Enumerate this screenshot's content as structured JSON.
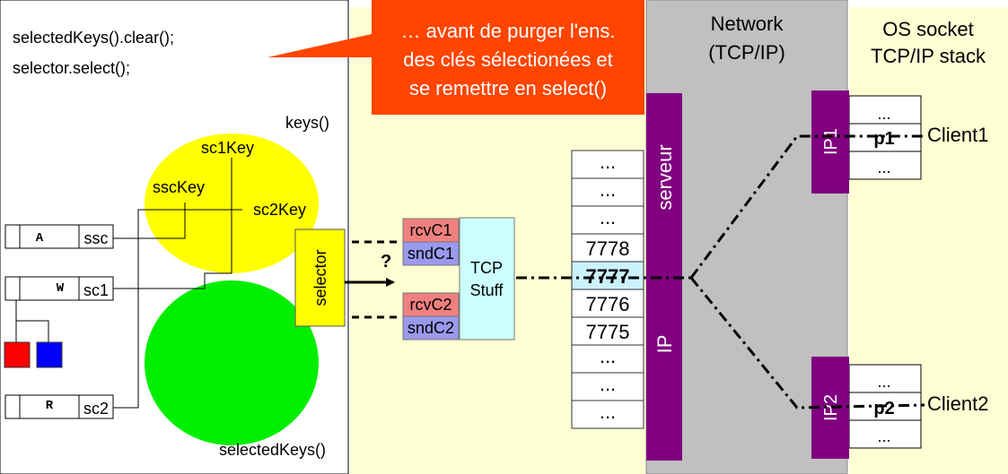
{
  "code": {
    "line1": "selectedKeys().clear();",
    "line2": "selector.select();"
  },
  "callout": {
    "line1": "… avant de purger l'ens.",
    "line2": "des clés sélectionées et",
    "line3": "se remettre en select()",
    "color": "#ff4500"
  },
  "keys_label": "keys()",
  "selected_keys_label": "selectedKeys()",
  "key_labels": {
    "sc1": "sc1Key",
    "ssc": "sscKey",
    "sc2": "sc2Key"
  },
  "channels": [
    {
      "op": "A",
      "name": "ssc"
    },
    {
      "op": "W",
      "name": "sc1"
    },
    {
      "op": "R",
      "name": "sc2"
    }
  ],
  "selector_label": "selector",
  "question_mark": "?",
  "buffers": {
    "rcv1": "rcvC1",
    "snd1": "sndC1",
    "rcv2": "rcvC2",
    "snd2": "sndC2",
    "rcv_color": "#f08080",
    "snd_color": "#9999ee"
  },
  "tcp_stuff": {
    "line1": "TCP",
    "line2": "Stuff"
  },
  "ports": [
    "...",
    "...",
    "...",
    "7778",
    "7777",
    "7776",
    "7775",
    "...",
    "...",
    "..."
  ],
  "network": {
    "line1": "Network",
    "line2": "(TCP/IP)"
  },
  "server": {
    "serveur_label": "serveur",
    "ip_label": "IP"
  },
  "os_stack": {
    "line1": "OS socket",
    "line2": "TCP/IP stack"
  },
  "client1": {
    "ip": "IP1",
    "ports": [
      "...",
      "p1",
      "..."
    ],
    "name": "Client1"
  },
  "client2": {
    "ip": "IP2",
    "ports": [
      "...",
      "p2",
      "..."
    ],
    "name": "Client2"
  },
  "colors": {
    "yellow_panel": "#ffffd4",
    "network_gray": "#c0c0c0",
    "purple": "#800080",
    "keys_yellow": "#ffff00",
    "selected_green": "#00ee00",
    "selector_yellow": "#ffff00",
    "tcp_cyan": "#ccffff",
    "port_highlight": "#ccf2ff",
    "red": "#ff0000",
    "blue": "#0000ff"
  }
}
